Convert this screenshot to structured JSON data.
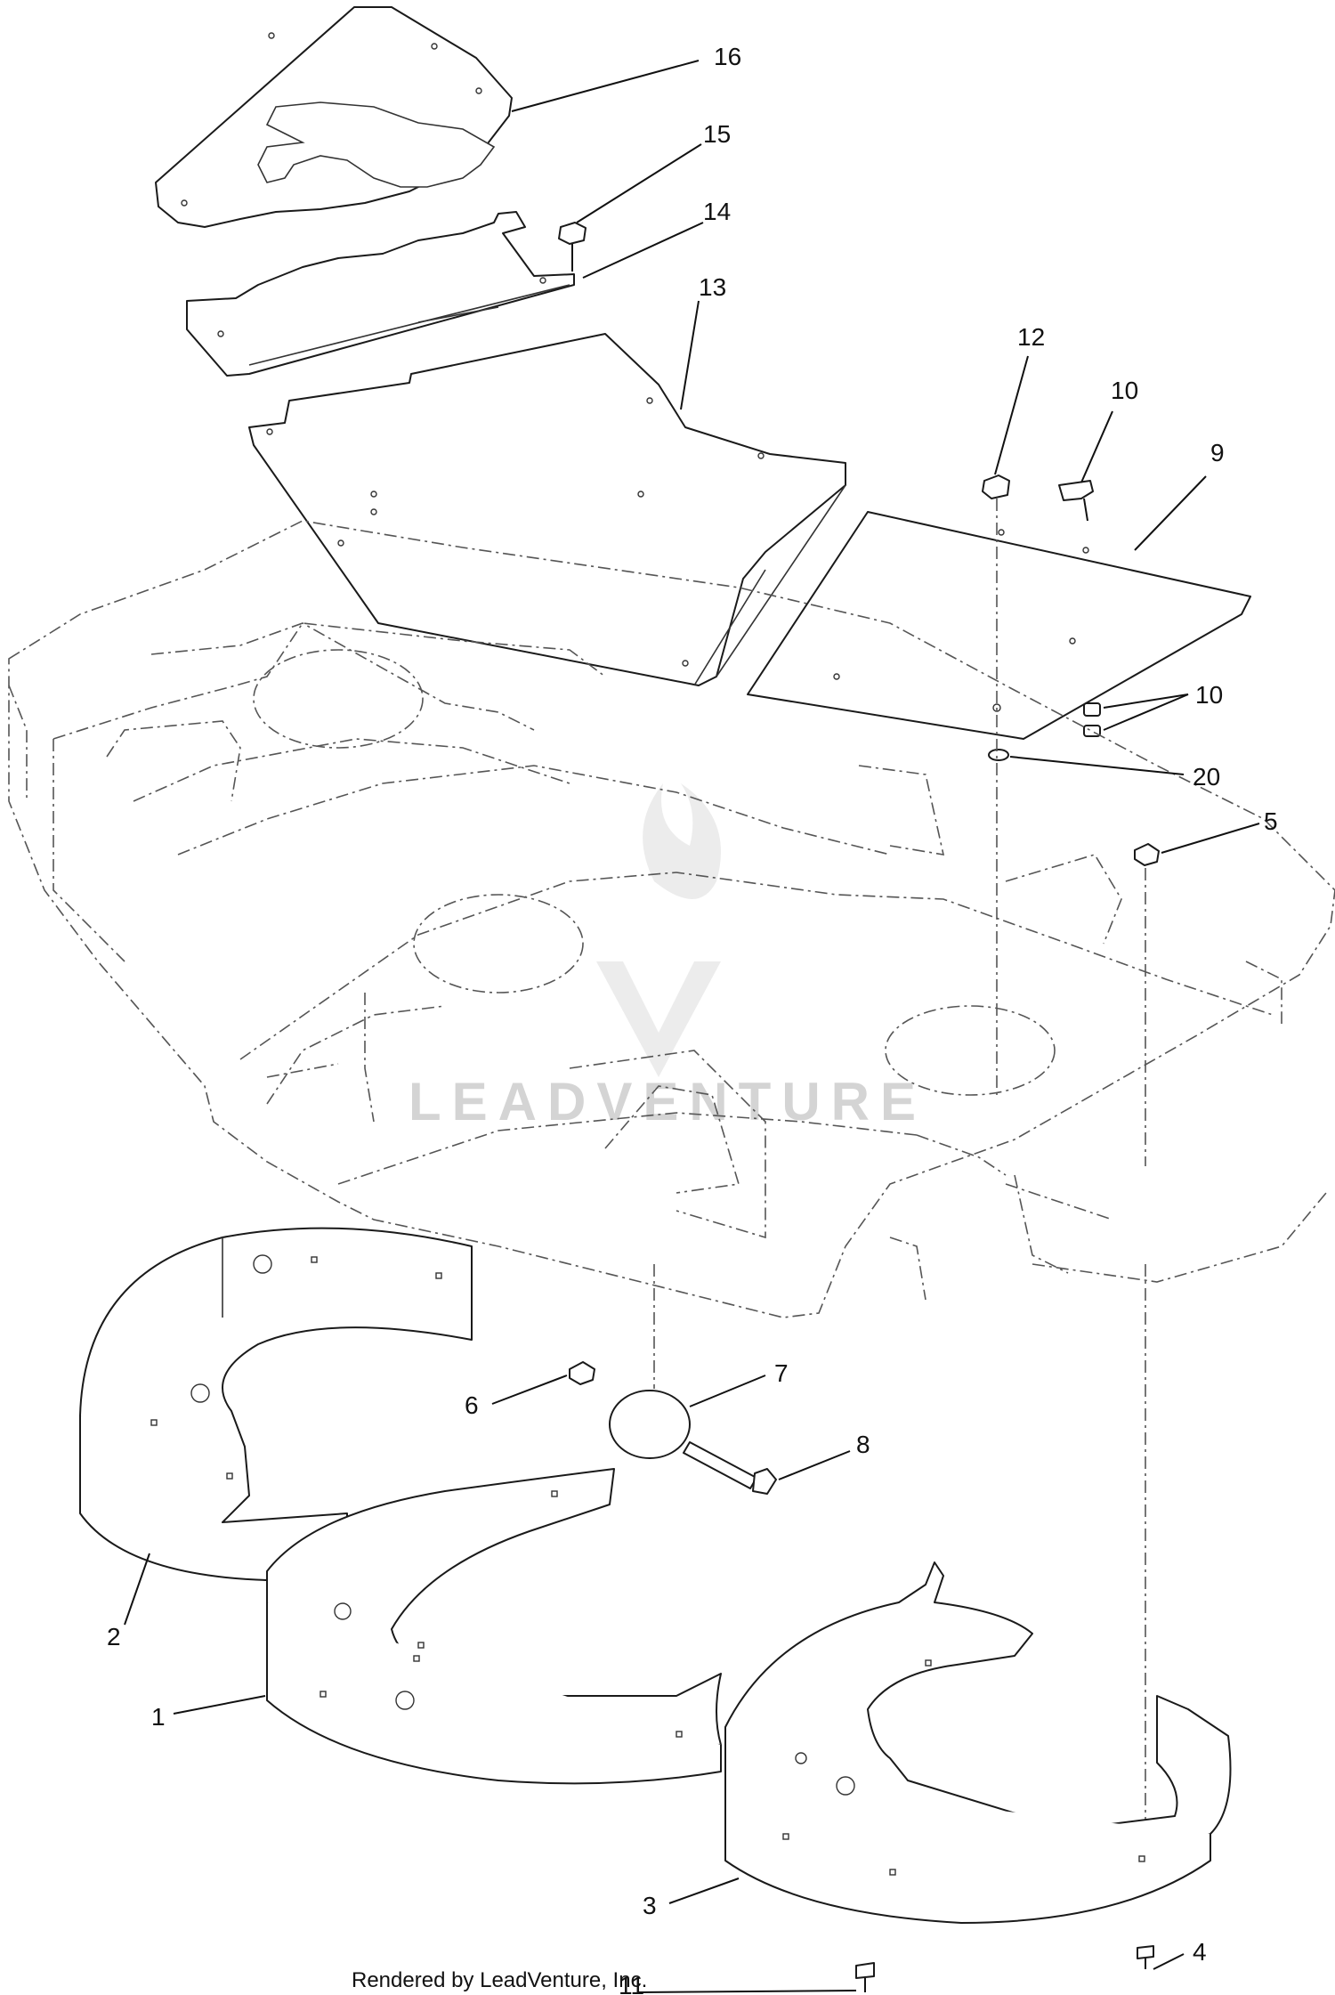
{
  "callouts": [
    {
      "id": "16",
      "label": "16"
    },
    {
      "id": "15",
      "label": "15"
    },
    {
      "id": "14",
      "label": "14"
    },
    {
      "id": "13",
      "label": "13"
    },
    {
      "id": "12",
      "label": "12"
    },
    {
      "id": "10a",
      "label": "10"
    },
    {
      "id": "9",
      "label": "9"
    },
    {
      "id": "10b",
      "label": "10"
    },
    {
      "id": "20",
      "label": "20"
    },
    {
      "id": "5",
      "label": "5"
    },
    {
      "id": "7",
      "label": "7"
    },
    {
      "id": "6",
      "label": "6"
    },
    {
      "id": "8",
      "label": "8"
    },
    {
      "id": "2",
      "label": "2"
    },
    {
      "id": "1",
      "label": "1"
    },
    {
      "id": "3",
      "label": "3"
    },
    {
      "id": "4",
      "label": "4"
    },
    {
      "id": "11",
      "label": "11"
    }
  ],
  "watermark": "LEADVENTURE",
  "credit": "Rendered by LeadVenture, Inc.",
  "colors": {
    "line": "#1a1a1a",
    "watermark": "#d4d4d4",
    "background": "#ffffff"
  }
}
